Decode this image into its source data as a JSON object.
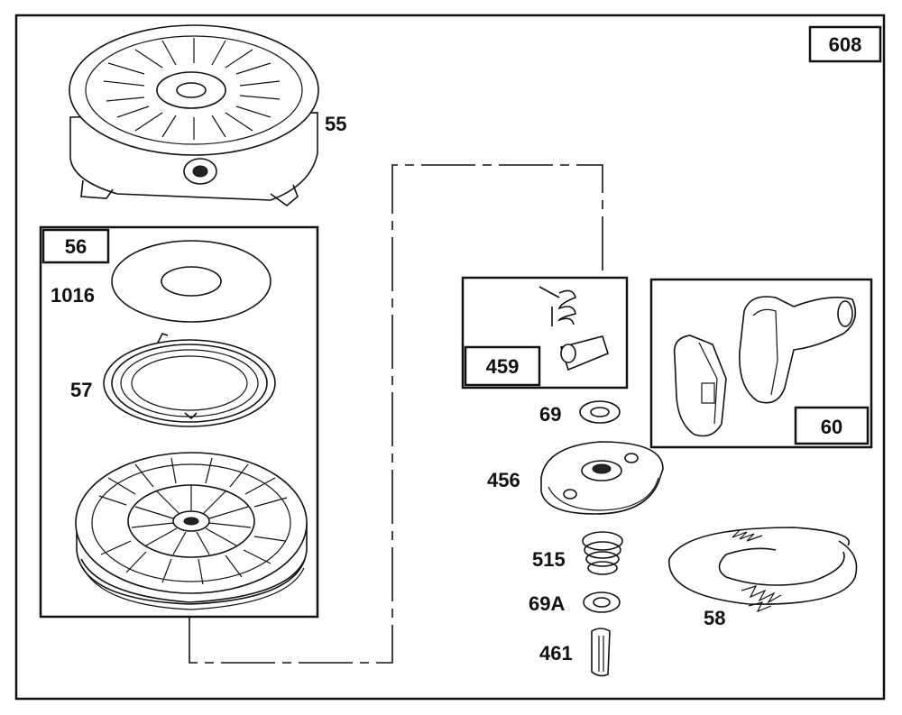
{
  "diagram": {
    "labels": {
      "main_box": "608",
      "housing": "55",
      "pulley_assembly": "56",
      "washer_top": "1016",
      "spring": "57",
      "pawl_kit": "459",
      "washer": "69",
      "retainer": "456",
      "brake_spring": "515",
      "washer_b": "69A",
      "pin": "461",
      "handle": "60",
      "rope": "58"
    }
  }
}
